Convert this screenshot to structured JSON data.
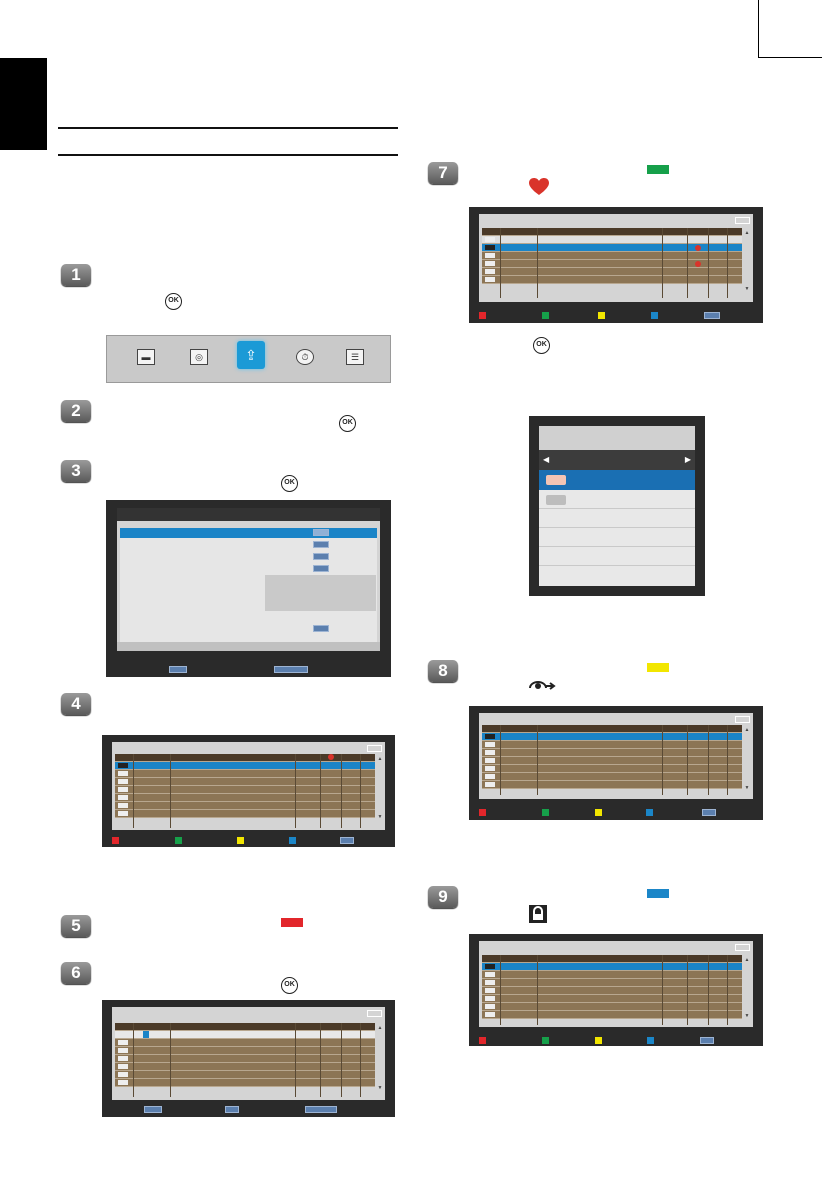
{
  "steps": [
    "1",
    "2",
    "3",
    "4",
    "5",
    "6",
    "7",
    "8",
    "9"
  ],
  "ok_label": "OK",
  "colors": {
    "red": "#e2262b",
    "green": "#16a04a",
    "yellow": "#f2e600",
    "blue": "#1b86c8",
    "highlight": "#1a84c7",
    "row_brown": "#8c7555"
  },
  "icons": {
    "favorite": "heart-icon",
    "skip": "skip-arrow-icon",
    "lock": "padlock-icon"
  }
}
